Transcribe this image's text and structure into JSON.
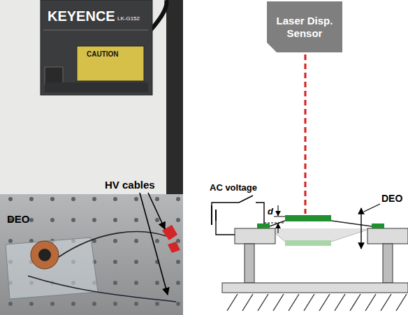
{
  "diagram": {
    "nodes": [
      {
        "text": [
          "Laser Disp. Sensor"
        ]
      }
    ],
    "labels": [
      "KEYENCE",
      "LK-G152",
      "CAUTION",
      "DEO",
      "HV cables",
      "AC voltage",
      "d",
      "DEO"
    ]
  }
}
